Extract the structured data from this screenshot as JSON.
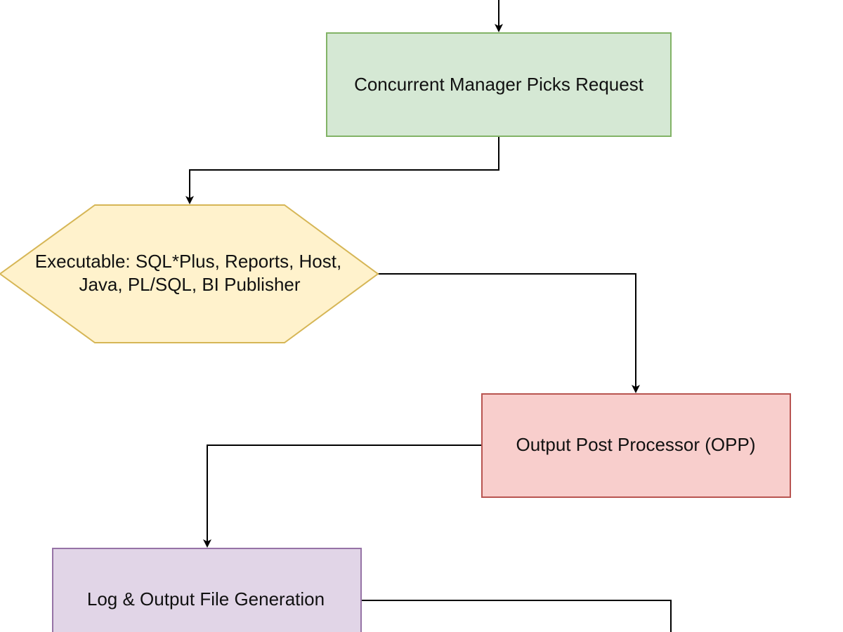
{
  "diagram": {
    "nodes": {
      "concurrent_manager": {
        "label": "Concurrent Manager Picks Request",
        "fill": "#d5e8d4",
        "stroke": "#82b366"
      },
      "executable": {
        "label_line1": "Executable: SQL*Plus, Reports, Host,",
        "label_line2": "Java, PL/SQL, BI Publisher",
        "fill": "#fff2cc",
        "stroke": "#d6b656"
      },
      "opp": {
        "label": "Output Post Processor (OPP)",
        "fill": "#f8cecc",
        "stroke": "#b85450"
      },
      "log_output": {
        "label": "Log & Output File Generation",
        "fill": "#e1d5e7",
        "stroke": "#9673a6"
      }
    },
    "edges": [
      {
        "from": "previous-step",
        "to": "concurrent_manager"
      },
      {
        "from": "concurrent_manager",
        "to": "executable"
      },
      {
        "from": "executable",
        "to": "opp"
      },
      {
        "from": "opp",
        "to": "log_output"
      },
      {
        "from": "log_output",
        "to": "next-step"
      }
    ],
    "edge_color": "#000000"
  }
}
